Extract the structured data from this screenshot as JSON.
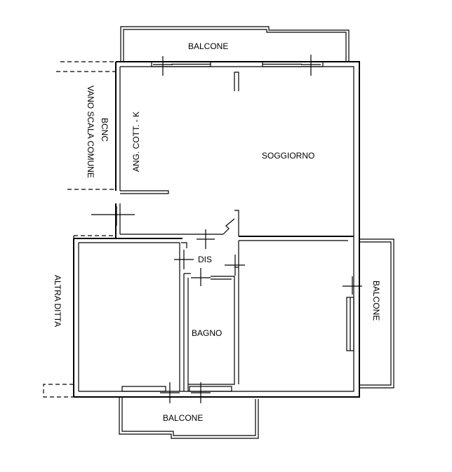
{
  "plan": {
    "labels": {
      "balcone_top": "BALCONE",
      "balcone_right": "BALCONE",
      "balcone_bottom": "BALCONE",
      "soggiorno": "SOGGIORNO",
      "ang_cott": "ANG. COTT. - K",
      "vano_scala": "VANO SCALA COMUNE",
      "bcnc": "BCNC",
      "altra_ditta": "ALTRA DITTA",
      "dis": "DIS",
      "bagno": "BAGNO"
    }
  }
}
